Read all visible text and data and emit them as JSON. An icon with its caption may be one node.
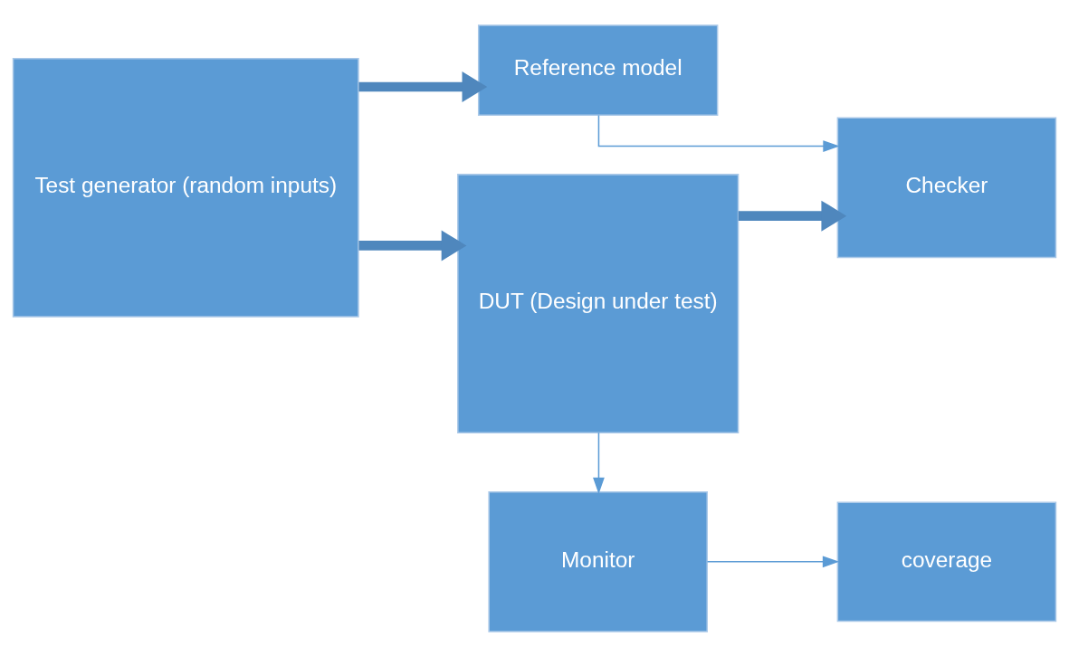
{
  "diagram": {
    "nodes": [
      {
        "text": [
          "Test generator (random inputs)"
        ]
      },
      {
        "text": [
          "Reference model"
        ]
      },
      {
        "text": [
          "DUT (Design under test)"
        ]
      },
      {
        "text": [
          "Checker"
        ]
      },
      {
        "text": [
          "Monitor"
        ]
      },
      {
        "text": [
          "coverage"
        ]
      }
    ],
    "edges": [
      {
        "from": 0,
        "to": 2,
        "arrow": "to",
        "style": "thick",
        "color": "#4f87bd"
      },
      {
        "from": 0,
        "to": 1,
        "arrow": "to",
        "style": "thick",
        "color": "#4f87bd"
      },
      {
        "from": 1,
        "to": 3,
        "arrow": "to"
      },
      {
        "from": 2,
        "to": 3,
        "arrow": "to",
        "style": "thick",
        "color": "#4f87bd"
      },
      {
        "from": 2,
        "to": 4,
        "arrow": "to"
      },
      {
        "from": 4,
        "to": 5,
        "arrow": "to"
      }
    ]
  }
}
